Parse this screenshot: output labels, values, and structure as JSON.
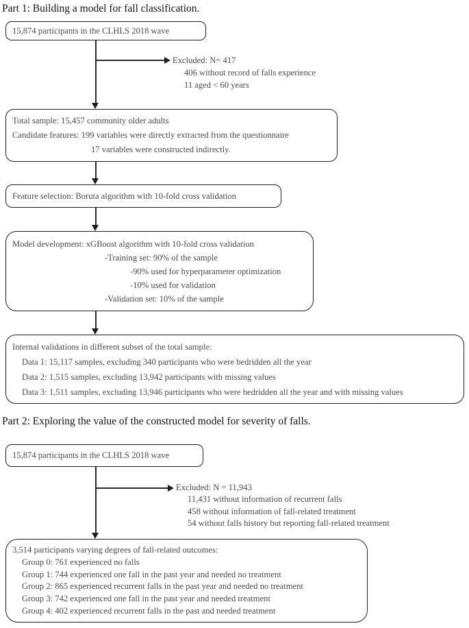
{
  "part1": {
    "title": "Part 1: Building a model for fall classification.",
    "box_participants": "15,874 participants in the CLHLS 2018 wave",
    "excluded": {
      "header": "Excluded: N= 417",
      "items": [
        "406 without record of falls experience",
        "11 aged < 60 years"
      ]
    },
    "box_total_sample": {
      "line1": "Total sample: 15,457 community older adults",
      "line2": "Candidate features: 199 variables were directly extracted from the questionnaire",
      "line3": "17 variables were constructed indirectly."
    },
    "box_feature_selection": "Feature selection: Boruta algorithm with 10-fold cross validation",
    "box_model_development": {
      "line1": "Model development: xGBoost algorithm with 10-fold cross validation",
      "line2": "-Training set: 90% of the sample",
      "line3": "-90% used for hyperparameter optimization",
      "line4": "-10% used for validation",
      "line5": "-Validation set: 10% of the sample"
    },
    "box_internal_validation": {
      "header": "Internal validations in different subset of the total sample:",
      "items": [
        "Data 1: 15,117 samples, excluding 340 participants who were bedridden all the year",
        "Data 2: 1,515 samples, excluding 13,942 participants with missing values",
        "Data 3: 1,511 samples, excluding 13,946 participants who were bedridden all the year and with missing values"
      ]
    }
  },
  "part2": {
    "title": "Part 2: Exploring the value of the constructed model for severity of falls.",
    "box_participants": "15,874 participants in the CLHLS 2018 wave",
    "excluded": {
      "header": "Excluded: N = 11,943",
      "items": [
        "11,431 without information of recurrent falls",
        "458 without information of fall-related treatment",
        "54 without falls history but reporting fall-related treatment"
      ]
    },
    "box_outcomes": {
      "header": "3,514 participants varying degrees of fall-related outcomes:",
      "items": [
        "Group 0: 761 experienced no falls",
        "Group 1: 744 experienced one fall in the past year and needed no treatment",
        "Group 2: 865 experienced recurrent falls in the past year and needed no treatment",
        "Group 3: 742 experienced one fall in the past year and needed treatment",
        "Group 4: 402 experienced recurrent falls in the past and needed treatment"
      ]
    }
  },
  "colors": {
    "border": "#1f1f1f",
    "box_text": "#4c4c4c",
    "title_text": "#131313",
    "background": "#ffffff"
  }
}
